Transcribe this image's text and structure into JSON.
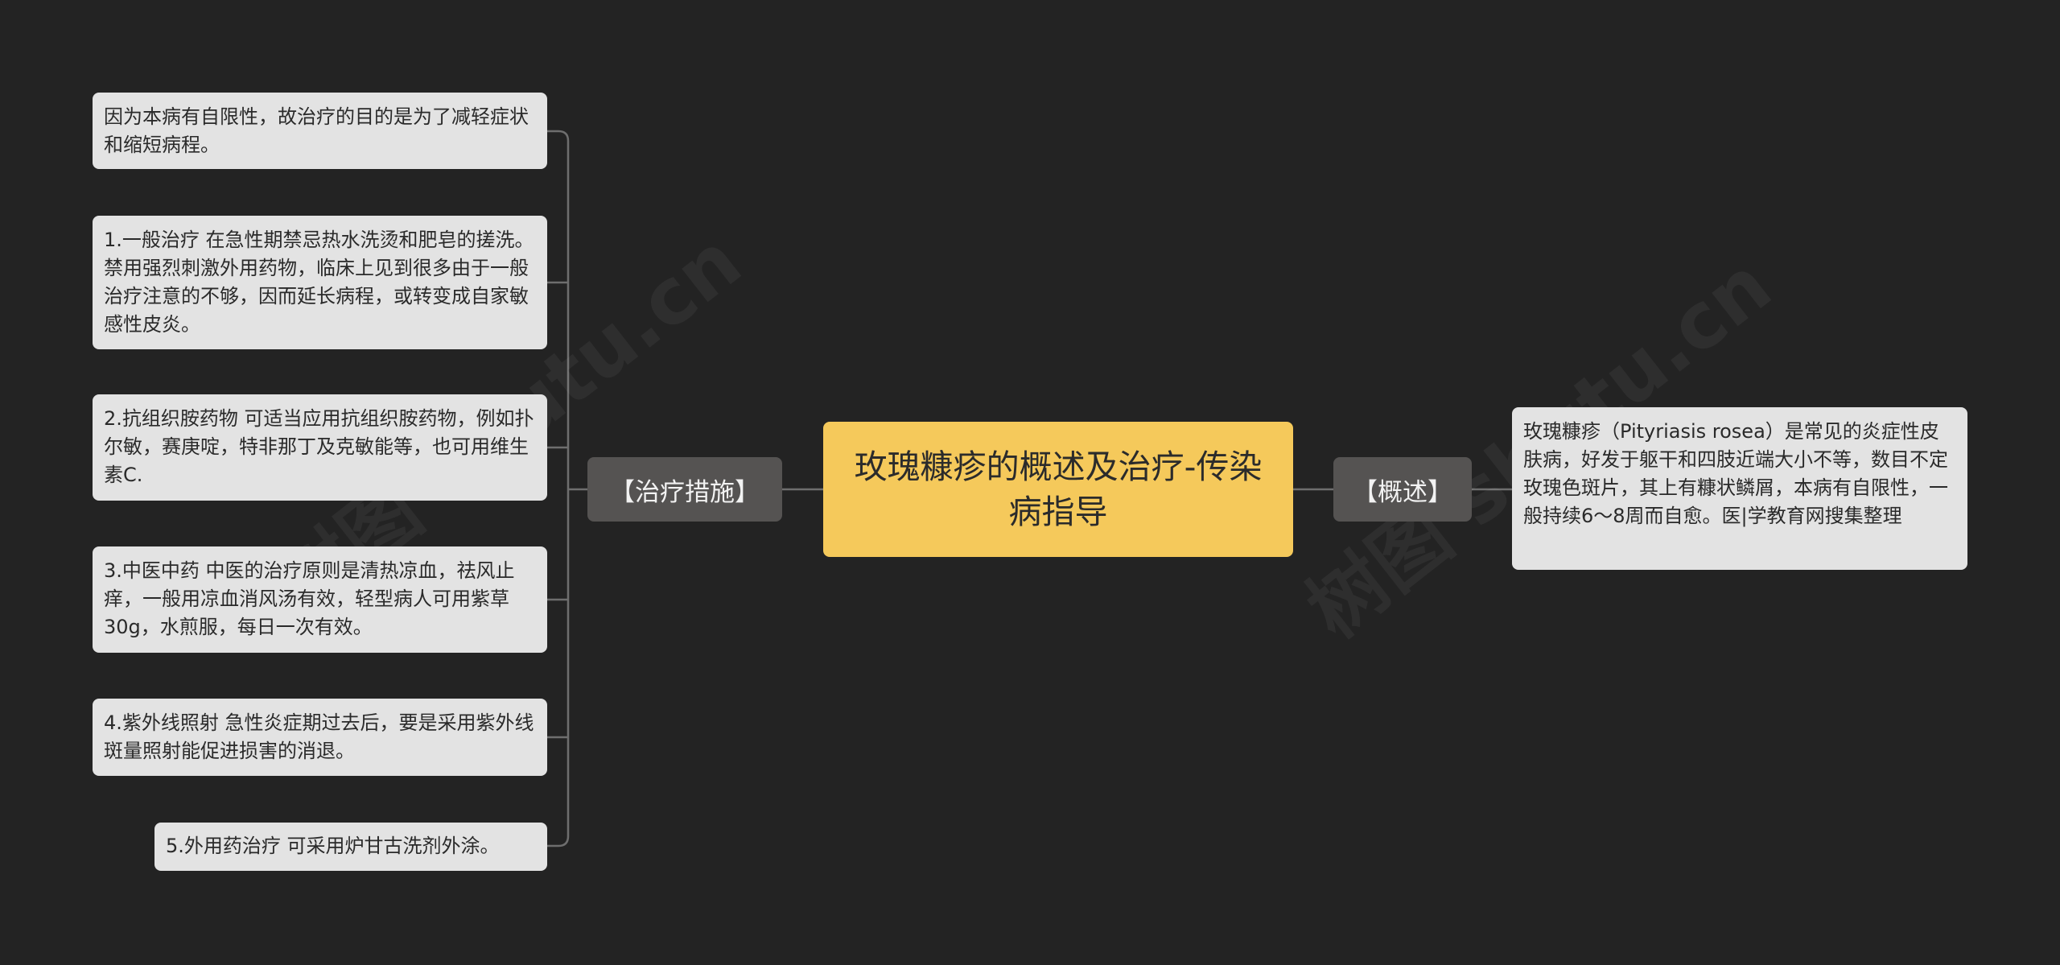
{
  "central": {
    "title": "玫瑰糠疹的概述及治疗-传染病指导"
  },
  "left_branch": {
    "label": "【治疗措施】",
    "items": [
      "因为本病有自限性，故治疗的目的是为了减轻症状和缩短病程。",
      "1.一般治疗 在急性期禁忌热水洗烫和肥皂的搓洗。禁用强烈刺激外用药物，临床上见到很多由于一般治疗注意的不够，因而延长病程，或转变成自家敏感性皮炎。",
      "2.抗组织胺药物 可适当应用抗组织胺药物，例如扑尔敏，赛庚啶，特非那丁及克敏能等，也可用维生素C.",
      "3.中医中药 中医的治疗原则是清热凉血，祛风止痒，一般用凉血消风汤有效，轻型病人可用紫草30g，水煎服，每日一次有效。",
      "4.紫外线照射 急性炎症期过去后，要是采用紫外线斑量照射能促进损害的消退。",
      "5.外用药治疗 可采用炉甘古洗剂外涂。"
    ]
  },
  "right_branch": {
    "label": "【概述】",
    "items": [
      "玫瑰糠疹（Pityriasis rosea）是常见的炎症性皮肤病，好发于躯干和四肢近端大小不等，数目不定玫瑰色斑片，其上有糠状鳞屑，本病有自限性，一般持续6～8周而自愈。医|学教育网搜集整理"
    ]
  },
  "watermark": {
    "text": "树图 shutu.cn"
  },
  "colors": {
    "background": "#232323",
    "central_fill": "#f5c95b",
    "branch_fill": "#555352",
    "leaf_fill": "#e3e3e3",
    "connector": "#6e6e6e"
  }
}
